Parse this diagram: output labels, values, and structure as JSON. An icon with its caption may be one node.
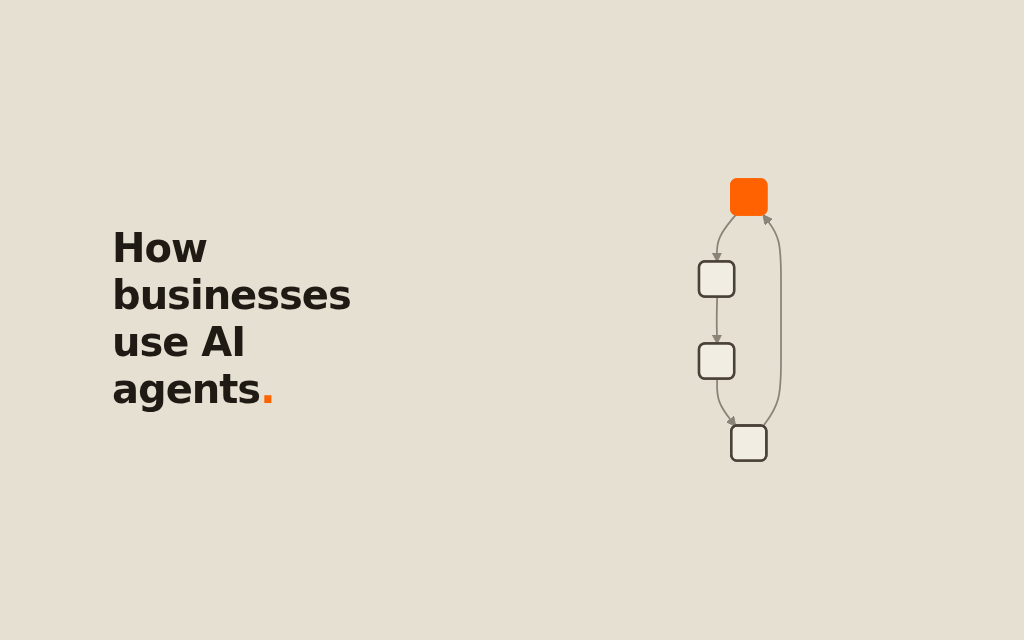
{
  "diagram": {
    "title": "How businesses use AI agents.",
    "nodes": [
      {
        "text": [],
        "shape": "box"
      },
      {
        "text": [],
        "shape": "box"
      },
      {
        "text": [],
        "shape": "box"
      },
      {
        "text": [],
        "shape": "box"
      }
    ],
    "edges": [
      {
        "from": 0,
        "to": 1,
        "arrow": "to"
      },
      {
        "from": 1,
        "to": 2,
        "arrow": "to"
      },
      {
        "from": 2,
        "to": 3,
        "arrow": "to"
      },
      {
        "from": 3,
        "to": 0,
        "arrow": "to"
      }
    ]
  }
}
